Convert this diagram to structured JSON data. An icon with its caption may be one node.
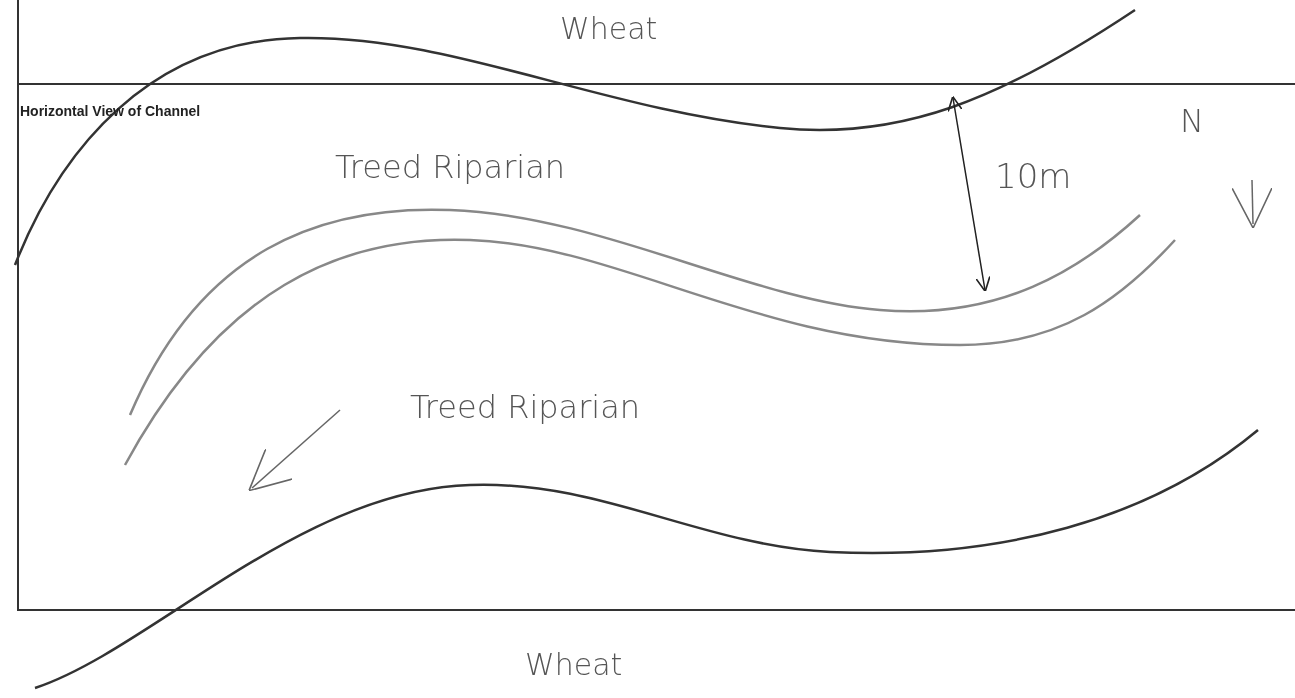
{
  "diagram": {
    "labels": [
      "Wheat",
      "Horizontal View of Channel",
      "Treed Riparian",
      "10m",
      "N",
      "Treed Riparian",
      "Wheat"
    ]
  }
}
